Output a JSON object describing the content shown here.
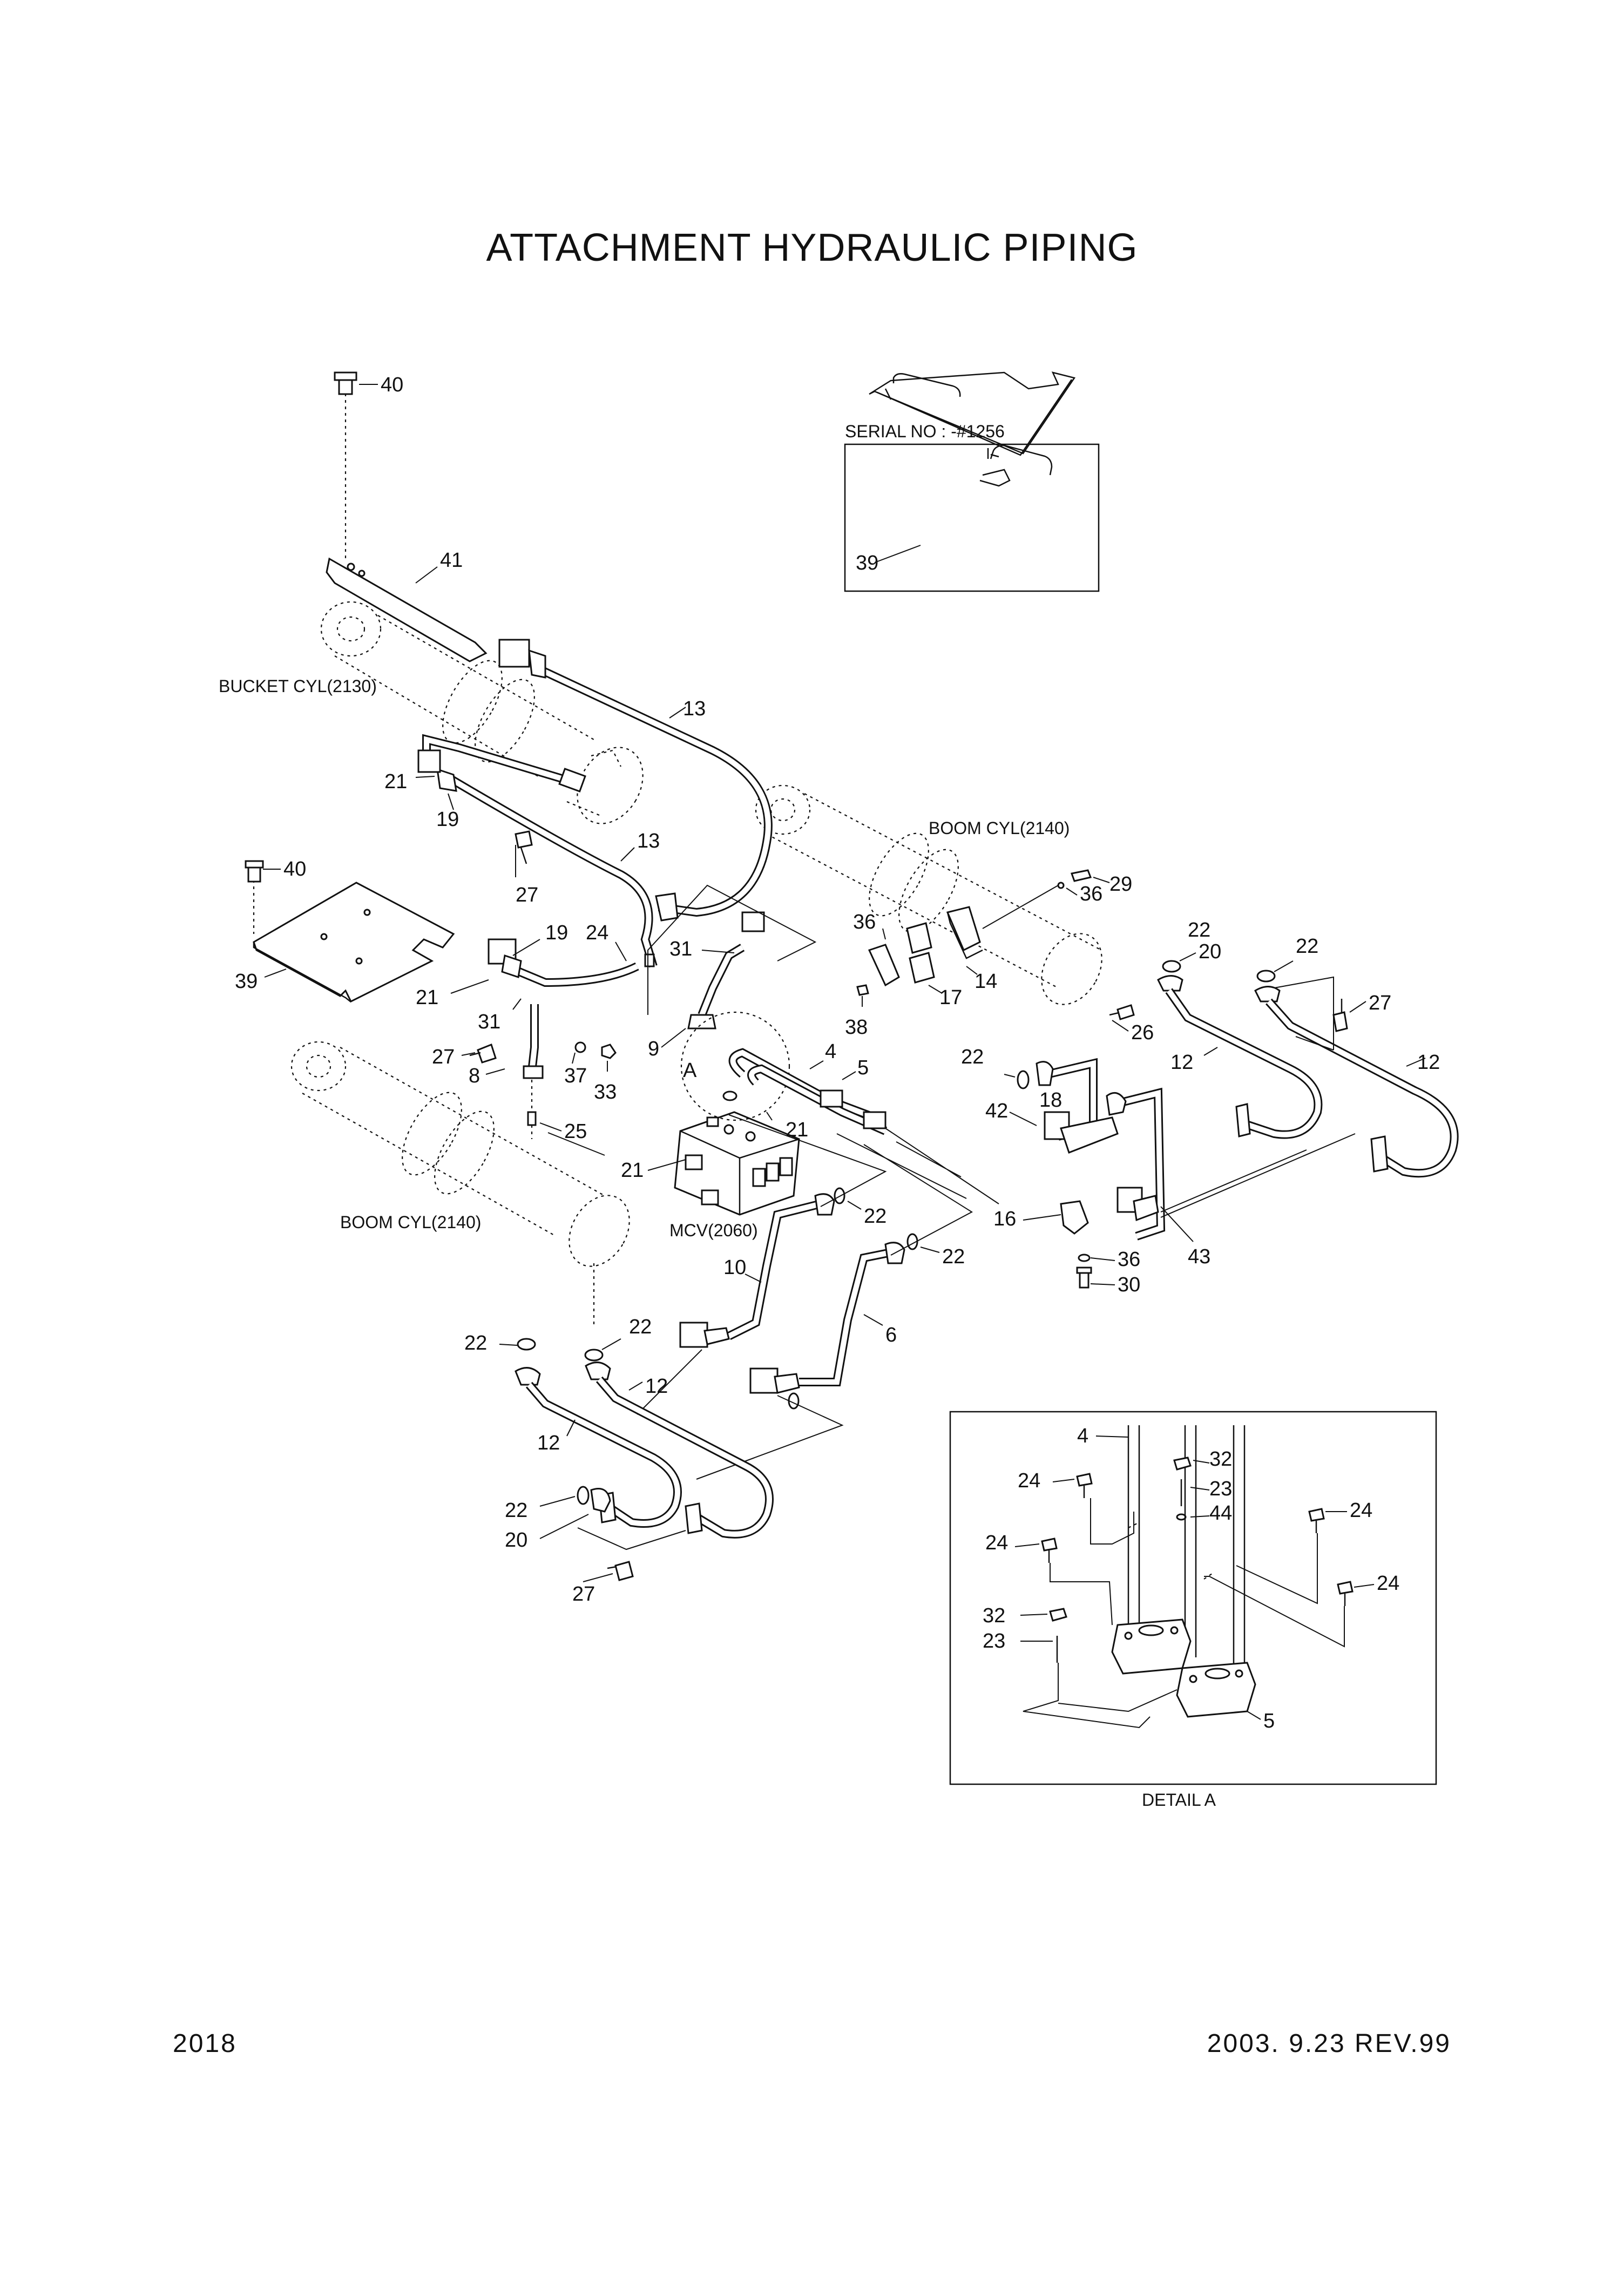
{
  "title": "ATTACHMENT HYDRAULIC PIPING",
  "serial_box_label": "SERIAL NO : -#1256",
  "component_labels": {
    "bucket_cyl": "BUCKET CYL(2130)",
    "boom_cyl_upper": "BOOM CYL(2140)",
    "boom_cyl_lower": "BOOM CYL(2140)",
    "mcv": "MCV(2060)",
    "detail_ref": "A",
    "detail_caption": "DETAIL A"
  },
  "part_numbers": {
    "p40a": "40",
    "p41": "41",
    "p13a": "13",
    "p13b": "13",
    "p21a": "21",
    "p19a": "19",
    "p27a": "27",
    "p40b": "40",
    "p39b": "39",
    "p39a": "39",
    "p19b": "19",
    "p24a": "24",
    "p31a": "31",
    "p21b": "21",
    "p31b": "31",
    "p27b": "27",
    "p8": "8",
    "p37": "37",
    "p33": "33",
    "p9": "9",
    "p25": "25",
    "p21c": "21",
    "p21d": "21",
    "p36a": "36",
    "p38": "38",
    "p14": "14",
    "p17": "17",
    "p4a": "4",
    "p5a": "5",
    "p36b": "36",
    "p29": "29",
    "p22a": "22",
    "p20a": "20",
    "p22b": "22",
    "p27c": "27",
    "p26": "26",
    "p12a": "12",
    "p12b": "12",
    "p22c": "22",
    "p18": "18",
    "p42": "42",
    "p16": "16",
    "p36c": "36",
    "p30": "30",
    "p43": "43",
    "p22d": "22",
    "p22e": "22",
    "p10": "10",
    "p6": "6",
    "p22f": "22",
    "p22g": "22",
    "p12c": "12",
    "p12d": "12",
    "p22h": "22",
    "p20b": "20",
    "p27d": "27",
    "d4": "4",
    "d32a": "32",
    "d23a": "23",
    "d44": "44",
    "d24a": "24",
    "d24b": "24",
    "d24c": "24",
    "d24d": "24",
    "d32b": "32",
    "d23b": "23",
    "d5": "5"
  },
  "footer": {
    "page_no": "2018",
    "revision": "2003. 9.23  REV.99"
  }
}
